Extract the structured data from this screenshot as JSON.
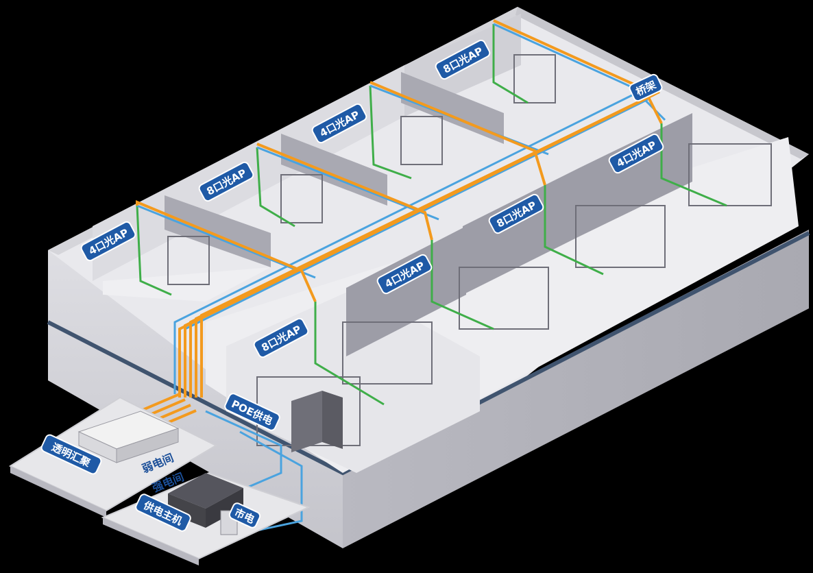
{
  "labels": {
    "room_ap": [
      {
        "id": "ap-1",
        "text": "4口光AP"
      },
      {
        "id": "ap-2",
        "text": "8口光AP"
      },
      {
        "id": "ap-3",
        "text": "4口光AP"
      },
      {
        "id": "ap-4",
        "text": "8口光AP"
      },
      {
        "id": "ap-5",
        "text": "8口光AP"
      },
      {
        "id": "ap-6",
        "text": "4口光AP"
      },
      {
        "id": "ap-7",
        "text": "8口光AP"
      },
      {
        "id": "ap-8",
        "text": "4口光AP"
      }
    ],
    "tray": "桥架",
    "poe": "POE供电",
    "aggregation": "透明汇聚",
    "weak_room": "弱电间",
    "power_room": "强电间",
    "power_host": "供电主机",
    "mains": "市电"
  },
  "colors": {
    "fiber_orange": "#f39a1e",
    "fiber_blue": "#4aa3df",
    "network_green": "#3fae49",
    "tag_blue": "#1f5aa6",
    "wall": "#cfcfd4",
    "floor": "#ececef"
  }
}
